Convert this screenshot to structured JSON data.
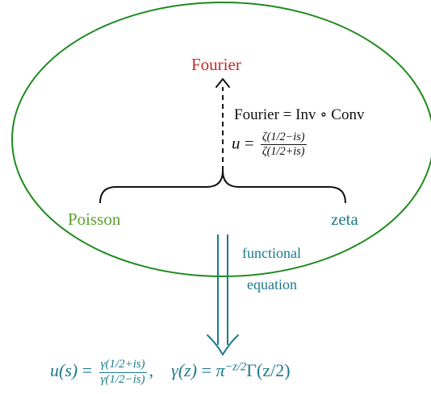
{
  "nodes": {
    "fourier": "Fourier",
    "poisson": "Poisson",
    "zeta": "zeta"
  },
  "edge_labels": {
    "identity": "Fourier = Inv ∘ Conv",
    "functional_line1": "functional",
    "functional_line2": "equation"
  },
  "u_formula": {
    "lhs": "u",
    "eq": "=",
    "num": "ζ(1/2−is)",
    "den": "ζ(1/2+is)"
  },
  "bottom_formula": {
    "lhs": "u(s)",
    "eq1": "=",
    "frac_num": "γ(1/2+is)",
    "frac_den": "γ(1/2−is)",
    "sep": ",",
    "gamma_lhs": "γ(z)",
    "eq2": "=",
    "pi": "π",
    "exponent": "−z/2",
    "gamma_rhs": "Γ(z/2)"
  },
  "colors": {
    "ellipse": "#1e8a1e",
    "fourier": "#c62828",
    "poisson": "#5aa02c",
    "zeta": "#1a7a8c",
    "functional_arrow": "#1a7a8c",
    "ink": "#111111"
  }
}
